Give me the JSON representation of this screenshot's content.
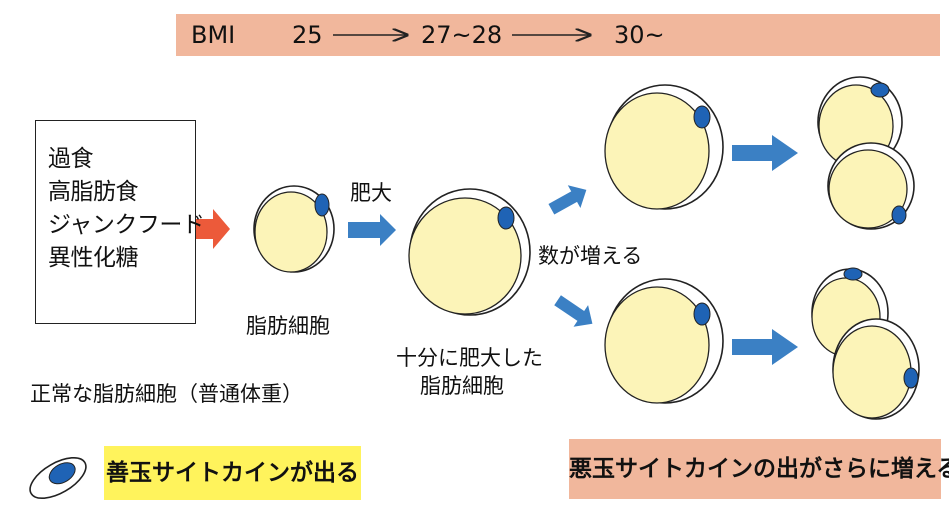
{
  "bmi": {
    "label": "BMI",
    "value_1": "25",
    "value_2": "27~28",
    "value_3": "30~"
  },
  "causes": [
    "過食",
    "高脂肪食",
    "ジャンクフード",
    "異性化糖"
  ],
  "labels": {
    "fat_cell": "脂肪細胞",
    "hypertrophy": "肥大",
    "hypertrophied_cell_line1": "十分に肥大した",
    "hypertrophied_cell_line2": "脂肪細胞",
    "count_increases": "数が増える",
    "normal_fat_cell": "正常な脂肪細胞（普通体重）"
  },
  "legend": {
    "good": "善玉サイトカインが出る",
    "bad": "悪玉サイトカインの出がさらに増える"
  },
  "colors": {
    "bmi_bar": "#f1b79c",
    "good_box": "#fff35c",
    "bad_box": "#f1b79c",
    "cell_fill": "#fcf4b8",
    "nucleus": "#1f63b5",
    "blue_arrow": "#3b80c4",
    "orange_arrow": "#ec5a3a"
  }
}
